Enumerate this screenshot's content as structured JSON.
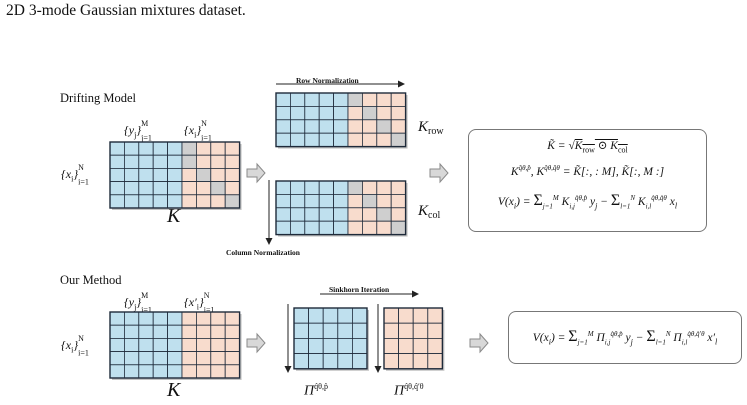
{
  "caption": "2D 3-mode Gaussian mixtures dataset.",
  "drifting": {
    "title": "Drifting Model",
    "y_label": "{y_j}_{j=1}^M",
    "x_label_top": "{x_i}_{i=1}^N",
    "x_label_left": "{x_i}_{i=1}^N",
    "matrix_label": "K",
    "row_norm_label": "Row Normalization",
    "col_norm_label": "Column Normalization",
    "k_row_label": "K_row",
    "k_col_label": "K_col",
    "formula_1": "K̃ = √(K_row ⊙ K_col)",
    "formula_2": "K^{q̂θ,p̂}, K^{q̂θ,q̂θ} = K̃[:, : M], K̃[:, M :]",
    "formula_3": "V(x_i) = Σ_{j=1}^{M} K^{q̂θ,p̂}_{i,j} y_j − Σ_{l=1}^{N} K^{q̂θ,q̂θ}_{i,l} x_l"
  },
  "ours": {
    "title": "Our Method",
    "y_label": "{y_j}_{j=1}^M",
    "x_label_top": "{x'_i}_{i=1}^N",
    "x_label_left": "{x_i}_{i=1}^N",
    "matrix_label": "K",
    "sinkhorn_label": "Sinkhorn Iteration",
    "pi1_label": "Π^{q̂θ,p̂}",
    "pi2_label": "Π^{q̂θ,q̂'θ}",
    "formula": "V(x_i) = Σ_{j=1}^{M} Π^{q̂θ,p̂}_{i,j} y_j − Σ_{l=1}^{N} Π^{q̂θ,q̂'θ}_{i,l} x'_l"
  },
  "colors": {
    "blue_cell": "#bfe0ee",
    "pink_cell": "#f8dccd",
    "gray_cell": "#cfcfcf",
    "grid_line": "#1e2a3a",
    "arrow_fill": "#d8d8d8",
    "box_border": "#777777"
  }
}
